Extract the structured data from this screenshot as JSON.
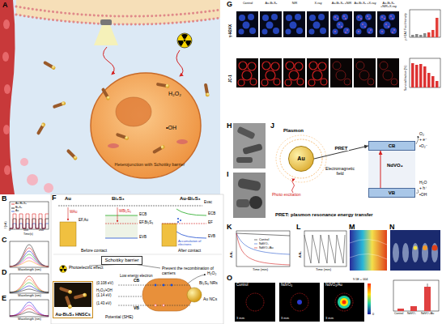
{
  "diagram": {
    "nodes": [
      {
        "text": [
          "Schottky barrier"
        ]
      },
      {
        "text": [
          "Au-Bi₂S₃ HNSCs"
        ]
      },
      {
        "text": [
          "Au"
        ]
      },
      {
        "text": [
          "CB"
        ]
      },
      {
        "text": [
          "VB"
        ]
      }
    ],
    "edges": [
      {
        "from": 2,
        "to": 3,
        "arrow": "to",
        "label": "PRET"
      },
      {
        "from": 4,
        "to": 3,
        "arrow": "to"
      }
    ],
    "labels": [
      "A",
      "B",
      "C",
      "D",
      "E",
      "F",
      "G",
      "H",
      "I",
      "J",
      "K",
      "L",
      "M",
      "N",
      "O",
      "H₂O₂",
      "•OH",
      "Heterojunction with Schottky barrier",
      "I (nA)",
      "Time(s)",
      "0",
      "100",
      "200",
      "Wavelength (nm)",
      "Wavelength (nm)",
      "Wavelength (nm)",
      "Au",
      "Bi₂S₃",
      "Au-Bi₂S₃",
      "Evac",
      "WAu",
      "EF,Au",
      "WBi₂S₃",
      "ECB",
      "EF,Bi₂S₃",
      "EVB",
      "Before contact",
      "After contact",
      "Accumulation of electrons",
      "ECB",
      "EF",
      "EVB",
      "Photoelectric effect",
      "Prevent the recombination of carriers",
      "Low energy electron",
      "CB",
      "VB",
      "(0.108 eV)",
      "H₂O₂/•OH",
      "(1.14 eV)",
      "(1.43 eV)",
      "Potential (SHE)",
      "Bi₂S₃ NRs",
      "Au NCs",
      "H₂O₂",
      "Control",
      "Au-Bi₂S₃",
      "NIR",
      "X-ray",
      "Au-Bi₂S₃ +NIR",
      "Au-Bi₂S₃ +X-ray",
      "Au-Bi₂S₃ +NIR+X-ray",
      "γ-H2AX",
      "JC-1",
      "γ-H2AX Foci Intensity",
      "Survival fraction (%)",
      "Plasmon",
      "Photo excitation",
      "Electromagnetic field",
      "NdVO₄",
      "O₂",
      "+ e⁻",
      "•O₂⁻",
      "H₂O",
      "+ h⁺",
      "•OH",
      "PRET: plasmon resonance energy transfer",
      "A/A₀",
      "Time (min)",
      "Control",
      "NdVO₄",
      "NdVO₄/Au",
      "A/A₀",
      "Time (min)",
      "Control",
      "NdVO₄",
      "NdVO₄/Au",
      "3 mm",
      "3 mm",
      "3 mm",
      "9.5E + 004",
      "0",
      "Control",
      "NdVO₄",
      "NdVO₄/Au"
    ],
    "legend": [
      {
        "text": "Au-Bi₂S₃"
      },
      {
        "text": "Bi₂S₃"
      },
      {
        "text": "Au"
      }
    ]
  }
}
